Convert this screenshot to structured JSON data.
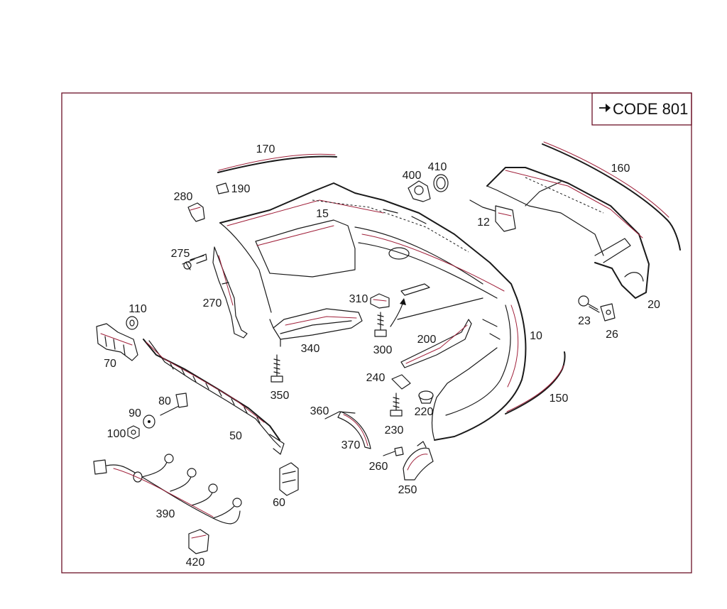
{
  "code_box": {
    "label": "CODE 801"
  },
  "callouts": [
    {
      "id": "c10",
      "label": "10"
    },
    {
      "id": "c12",
      "label": "12"
    },
    {
      "id": "c15",
      "label": "15"
    },
    {
      "id": "c20",
      "label": "20"
    },
    {
      "id": "c23",
      "label": "23"
    },
    {
      "id": "c26",
      "label": "26"
    },
    {
      "id": "c50",
      "label": "50"
    },
    {
      "id": "c60",
      "label": "60"
    },
    {
      "id": "c70",
      "label": "70"
    },
    {
      "id": "c80",
      "label": "80"
    },
    {
      "id": "c90",
      "label": "90"
    },
    {
      "id": "c100",
      "label": "100"
    },
    {
      "id": "c110",
      "label": "110"
    },
    {
      "id": "c150",
      "label": "150"
    },
    {
      "id": "c160",
      "label": "160"
    },
    {
      "id": "c170",
      "label": "170"
    },
    {
      "id": "c190",
      "label": "190"
    },
    {
      "id": "c200",
      "label": "200"
    },
    {
      "id": "c220",
      "label": "220"
    },
    {
      "id": "c230",
      "label": "230"
    },
    {
      "id": "c240",
      "label": "240"
    },
    {
      "id": "c250",
      "label": "250"
    },
    {
      "id": "c260",
      "label": "260"
    },
    {
      "id": "c270",
      "label": "270"
    },
    {
      "id": "c275",
      "label": "275"
    },
    {
      "id": "c280",
      "label": "280"
    },
    {
      "id": "c300",
      "label": "300"
    },
    {
      "id": "c310",
      "label": "310"
    },
    {
      "id": "c340",
      "label": "340"
    },
    {
      "id": "c350",
      "label": "350"
    },
    {
      "id": "c360",
      "label": "360"
    },
    {
      "id": "c370",
      "label": "370"
    },
    {
      "id": "c390",
      "label": "390"
    },
    {
      "id": "c400",
      "label": "400"
    },
    {
      "id": "c410",
      "label": "410"
    },
    {
      "id": "c420",
      "label": "420"
    }
  ]
}
